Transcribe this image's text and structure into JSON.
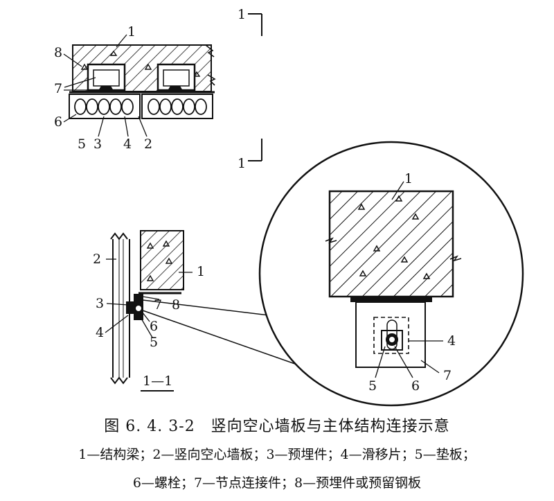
{
  "figure": {
    "title": "图 6. 4. 3-2　竖向空心墙板与主体结构连接示意",
    "legend_line1": "1—结构梁；2—竖向空心墙板；3—预埋件；4—滑移片；5—垫板；",
    "legend_line2": "6—螺栓；7—节点连接件；8—预埋件或预留钢板"
  },
  "plan_view": {
    "labels": {
      "n1": "1",
      "n2": "2",
      "n3": "3",
      "n4": "4",
      "n5": "5",
      "n6": "6",
      "n7": "7",
      "n8": "8"
    },
    "section_mark_top": "1",
    "section_mark_bottom": "1"
  },
  "section_view": {
    "title": "1—1",
    "labels": {
      "n1": "1",
      "n2": "2",
      "n3": "3",
      "n4": "4",
      "n5": "5",
      "n6": "6",
      "n7": "7",
      "n8": "8"
    }
  },
  "detail_view": {
    "labels": {
      "n1": "1",
      "n4": "4",
      "n5": "5",
      "n6": "6",
      "n7": "7"
    }
  }
}
